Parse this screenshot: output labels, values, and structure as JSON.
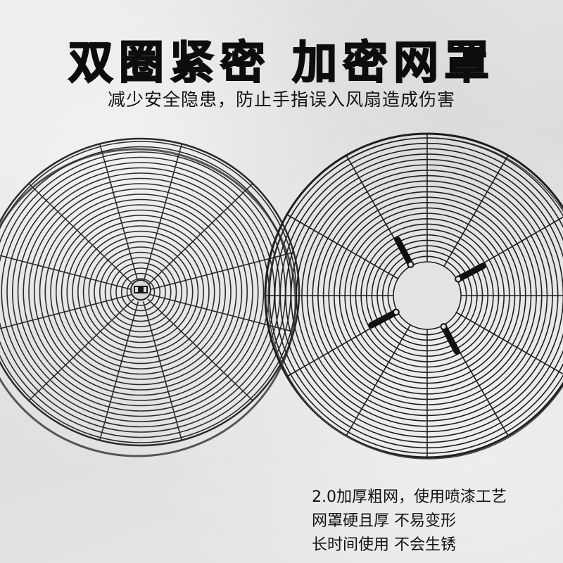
{
  "headline": "双圈紧密 加密网罩",
  "subheadline": "减少安全隐患，防止手指误入风扇造成伤害",
  "features": [
    "2.0加厚粗网，使用喷漆工艺",
    "网罩硬且厚 不易变形",
    "长时间使用 不会生锈"
  ],
  "colors": {
    "text": "#111111",
    "wire": "#2a2a2a",
    "background": "#e4e4e4"
  },
  "images": {
    "front_grille": {
      "label": "fan-grille-front-view",
      "spokes": 12,
      "rings": 28
    },
    "back_grille": {
      "label": "fan-grille-back-view",
      "spokes": 12,
      "rings": 24,
      "mount_tabs": 4
    }
  }
}
